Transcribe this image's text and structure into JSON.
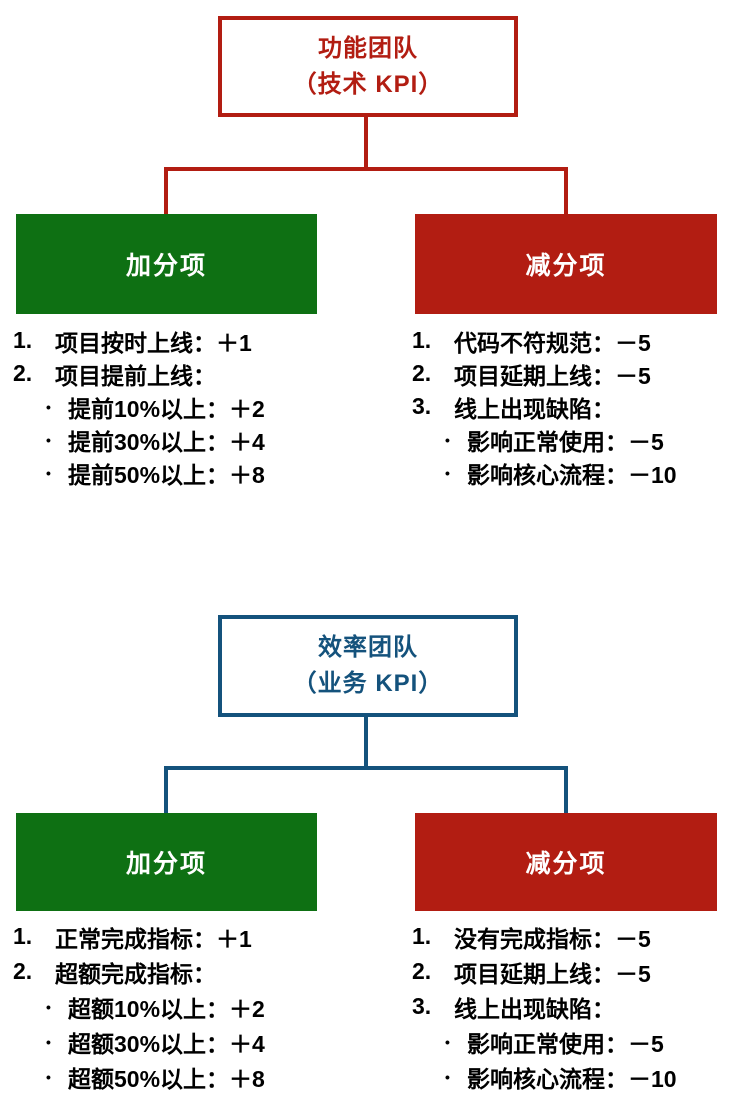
{
  "page": {
    "background_color": "#FFFFFF",
    "text_color": "#000000"
  },
  "diagrams": [
    {
      "colors": {
        "accent": "#B21D12"
      },
      "root": {
        "line1": "功能团队",
        "line2": "（技术 KPI）"
      },
      "branches": [
        {
          "label": "加分项",
          "color": "#0E7013",
          "items": [
            {
              "marker": "1.",
              "text": "项目按时上线：＋1"
            },
            {
              "marker": "2.",
              "text": "项目提前上线："
            },
            {
              "marker": "•",
              "text": "提前10%以上：＋2"
            },
            {
              "marker": "•",
              "text": "提前30%以上：＋4"
            },
            {
              "marker": "•",
              "text": "提前50%以上：＋8"
            }
          ]
        },
        {
          "label": "减分项",
          "color": "#B21D12",
          "items": [
            {
              "marker": "1.",
              "text": "代码不符规范：－5"
            },
            {
              "marker": "2.",
              "text": "项目延期上线：－5"
            },
            {
              "marker": "3.",
              "text": "线上出现缺陷："
            },
            {
              "marker": "•",
              "text": "影响正常使用：－5"
            },
            {
              "marker": "•",
              "text": "影响核心流程：－10"
            }
          ]
        }
      ]
    },
    {
      "colors": {
        "accent": "#14527C"
      },
      "root": {
        "line1": "效率团队",
        "line2": "（业务 KPI）"
      },
      "branches": [
        {
          "label": "加分项",
          "color": "#0E7013",
          "items": [
            {
              "marker": "1.",
              "text": "正常完成指标：＋1"
            },
            {
              "marker": "2.",
              "text": "超额完成指标："
            },
            {
              "marker": "•",
              "text": "超额10%以上：＋2"
            },
            {
              "marker": "•",
              "text": "超额30%以上：＋4"
            },
            {
              "marker": "•",
              "text": "超额50%以上：＋8"
            }
          ]
        },
        {
          "label": "减分项",
          "color": "#B21D12",
          "items": [
            {
              "marker": "1.",
              "text": "没有完成指标：－5"
            },
            {
              "marker": "2.",
              "text": "项目延期上线：－5"
            },
            {
              "marker": "3.",
              "text": "线上出现缺陷："
            },
            {
              "marker": "•",
              "text": "影响正常使用：－5"
            },
            {
              "marker": "•",
              "text": "影响核心流程：－10"
            }
          ]
        }
      ]
    }
  ]
}
